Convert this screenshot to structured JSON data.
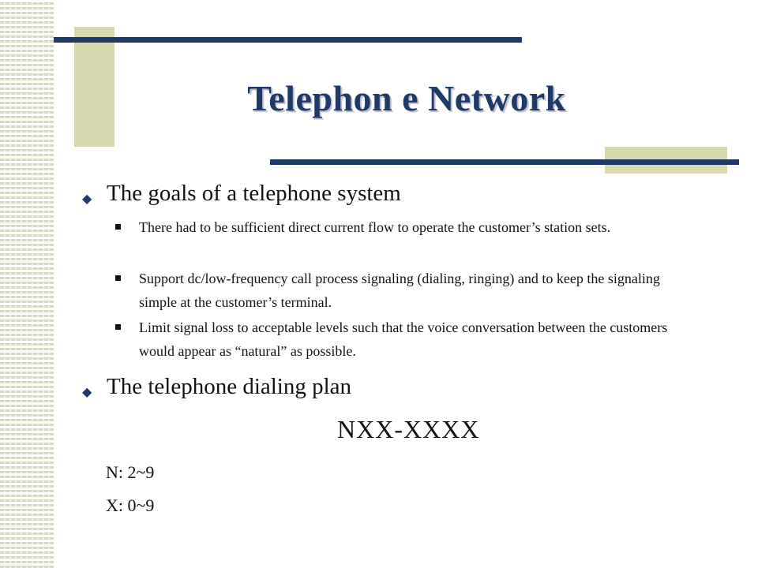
{
  "slide": {
    "title": "Telephon e Network",
    "bullets": [
      {
        "text": "The goals of a telephone system",
        "subitems": [
          "There had to be sufficient direct current flow to operate the customer’s station sets.",
          "Support dc/low-frequency call process signaling (dialing, ringing) and to keep the signaling simple at the customer’s terminal.",
          "Limit signal loss to acceptable levels such that the voice conversation between the customers would appear as “natural” as possible."
        ]
      },
      {
        "text": "The telephone dialing plan"
      }
    ],
    "dialing_format": "NXX-XXXX",
    "definitions": [
      "N: 2~9",
      "X: 0~9"
    ]
  },
  "colors": {
    "title": "#1f3a66",
    "rule": "#1f3a66",
    "accent": "#d9d9b0"
  }
}
